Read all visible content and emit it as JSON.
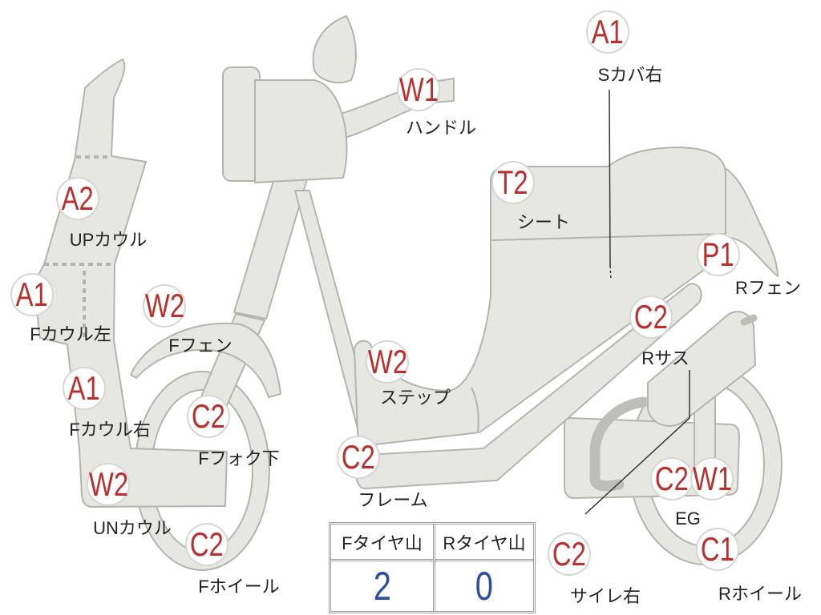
{
  "diagram": {
    "parts": [
      {
        "label": "Sカバ右",
        "grades": [
          "A1"
        ]
      },
      {
        "label": "ハンドル",
        "grades": [
          "W1"
        ]
      },
      {
        "label": "シート",
        "grades": [
          "T2"
        ]
      },
      {
        "label": "UPカウル",
        "grades": [
          "A2"
        ]
      },
      {
        "label": "Fカウル左",
        "grades": [
          "A1"
        ]
      },
      {
        "label": "Fフェン",
        "grades": [
          "W2"
        ]
      },
      {
        "label": "Rフェン",
        "grades": [
          "P1"
        ]
      },
      {
        "label": "Rサス",
        "grades": [
          "C2"
        ]
      },
      {
        "label": "ステップ",
        "grades": [
          "W2"
        ]
      },
      {
        "label": "Fカウル右",
        "grades": [
          "A1"
        ]
      },
      {
        "label": "Fフォク下",
        "grades": [
          "C2"
        ]
      },
      {
        "label": "フレーム",
        "grades": [
          "C2"
        ]
      },
      {
        "label": "UNカウル",
        "grades": [
          "W2"
        ]
      },
      {
        "label": "EG",
        "grades": [
          "C2",
          "W1"
        ]
      },
      {
        "label": "Fホイール",
        "grades": [
          "C2"
        ]
      },
      {
        "label": "サイレ右",
        "grades": [
          "C2"
        ]
      },
      {
        "label": "Rホイール",
        "grades": [
          "C1"
        ]
      }
    ]
  },
  "tire_tread": {
    "headers": [
      "Fタイヤ山",
      "Rタイヤ山"
    ],
    "values": [
      2,
      0
    ]
  },
  "colors": {
    "grade_text": "#b8312f",
    "tread_value": "#2d4f9c",
    "body_fill": "#e6e6e2",
    "body_outline": "#b4b4af"
  }
}
